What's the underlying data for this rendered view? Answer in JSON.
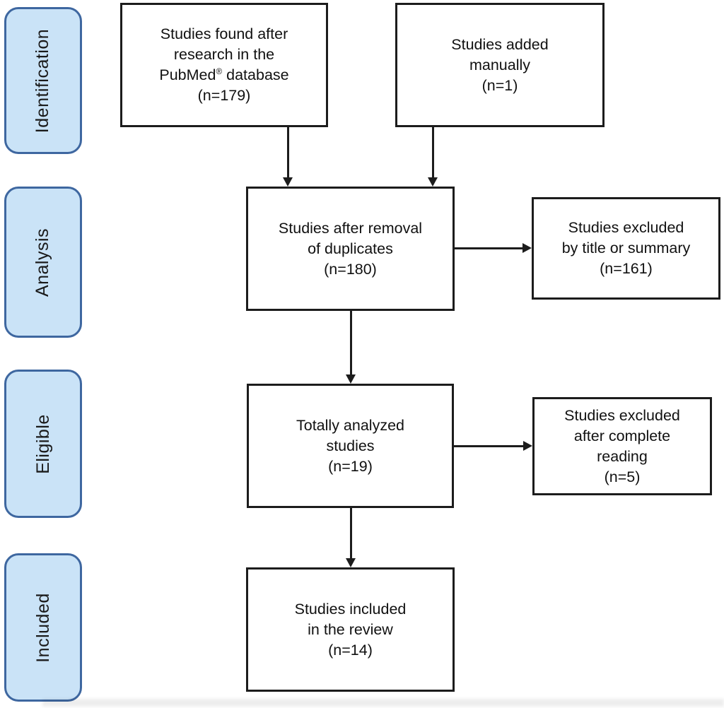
{
  "palette": {
    "stage_fill": "#cae3f7",
    "stage_border": "#3e67a0",
    "node_border": "#1c1c1c",
    "arrow_color": "#1c1c1c",
    "text_color": "#111111",
    "background": "#ffffff"
  },
  "stages": [
    {
      "label": "Identification"
    },
    {
      "label": "Analysis"
    },
    {
      "label": "Eligible"
    },
    {
      "label": "Included"
    }
  ],
  "nodes": {
    "found": {
      "lines": [
        "Studies found after",
        "research in the",
        "PubMed® database",
        "(n=179)"
      ]
    },
    "manual": {
      "lines": [
        "Studies added",
        "manually",
        "(n=1)"
      ]
    },
    "dedup": {
      "lines": [
        "Studies after removal",
        "of duplicates",
        "(n=180)"
      ]
    },
    "excluded_title": {
      "lines": [
        "Studies excluded",
        "by title or summary",
        "(n=161)"
      ]
    },
    "analyzed": {
      "lines": [
        "Totally analyzed",
        "studies",
        "(n=19)"
      ]
    },
    "excluded_reading": {
      "lines": [
        "Studies excluded",
        "after complete",
        "reading",
        "(n=5)"
      ]
    },
    "included": {
      "lines": [
        "Studies included",
        "in the review",
        "(n=14)"
      ]
    }
  }
}
